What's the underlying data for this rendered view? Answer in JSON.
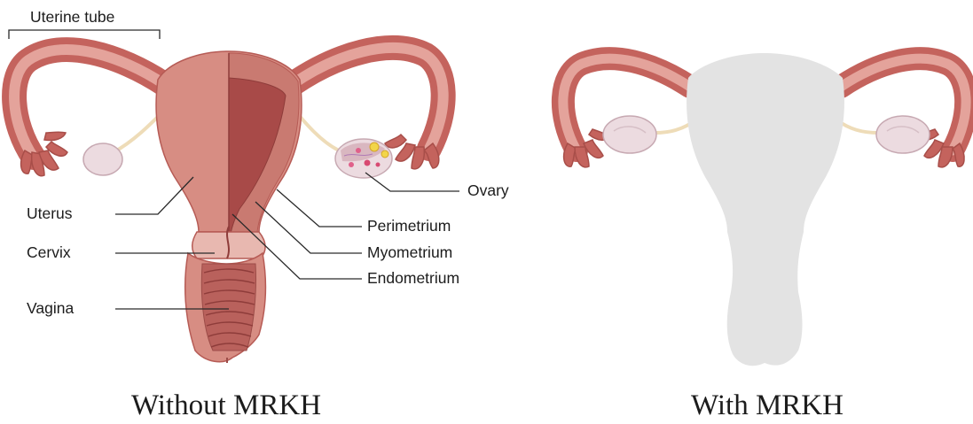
{
  "labels": {
    "uterine_tube": "Uterine tube",
    "uterus": "Uterus",
    "cervix": "Cervix",
    "vagina": "Vagina",
    "ovary": "Ovary",
    "perimetrium": "Perimetrium",
    "myometrium": "Myometrium",
    "endometrium": "Endometrium"
  },
  "captions": {
    "left": "Without MRKH",
    "right": "With MRKH"
  },
  "colors": {
    "uterus_fill": "#d78d83",
    "uterus_dark": "#b95e58",
    "tube_wall": "#c4635d",
    "tube_inner": "#e4a39b",
    "ovary": "#ecdbe0",
    "ovary_edge": "#c7a9b2",
    "ligament": "#eedcb8",
    "absent_organ": "#e3e3e3"
  }
}
